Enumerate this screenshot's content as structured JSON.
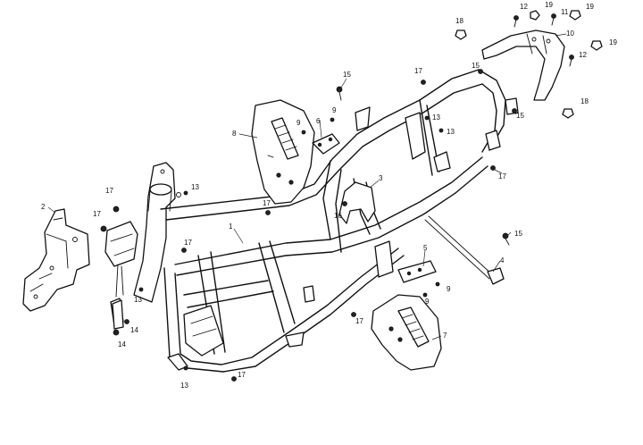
{
  "callouts": [
    {
      "id": "c1",
      "text": "1"
    },
    {
      "id": "c2",
      "text": "2"
    },
    {
      "id": "c3",
      "text": "3"
    },
    {
      "id": "c4",
      "text": "4"
    },
    {
      "id": "c5",
      "text": "5"
    },
    {
      "id": "c6",
      "text": "6"
    },
    {
      "id": "c7",
      "text": "7"
    },
    {
      "id": "c8",
      "text": "8"
    },
    {
      "id": "c9a",
      "text": "9"
    },
    {
      "id": "c9b",
      "text": "9"
    },
    {
      "id": "c9c",
      "text": "9"
    },
    {
      "id": "c9d",
      "text": "9"
    },
    {
      "id": "c10",
      "text": "10"
    },
    {
      "id": "c11",
      "text": "11"
    },
    {
      "id": "c12a",
      "text": "12"
    },
    {
      "id": "c12b",
      "text": "12"
    },
    {
      "id": "c13a",
      "text": "13"
    },
    {
      "id": "c13b",
      "text": "13"
    },
    {
      "id": "c13c",
      "text": "13"
    },
    {
      "id": "c13d",
      "text": "13"
    },
    {
      "id": "c13e",
      "text": "13"
    },
    {
      "id": "c14a",
      "text": "14"
    },
    {
      "id": "c14b",
      "text": "14"
    },
    {
      "id": "c15a",
      "text": "15"
    },
    {
      "id": "c15b",
      "text": "15"
    },
    {
      "id": "c15c",
      "text": "15"
    },
    {
      "id": "c15d",
      "text": "15"
    },
    {
      "id": "c16",
      "text": "16"
    },
    {
      "id": "c17a",
      "text": "17"
    },
    {
      "id": "c17b",
      "text": "17"
    },
    {
      "id": "c17c",
      "text": "17"
    },
    {
      "id": "c17d",
      "text": "17"
    },
    {
      "id": "c17e",
      "text": "17"
    },
    {
      "id": "c17f",
      "text": "17"
    },
    {
      "id": "c17g",
      "text": "17"
    },
    {
      "id": "c17h",
      "text": "17"
    },
    {
      "id": "c18a",
      "text": "18"
    },
    {
      "id": "c18b",
      "text": "18"
    },
    {
      "id": "c19a",
      "text": "19"
    },
    {
      "id": "c19b",
      "text": "19"
    },
    {
      "id": "c19c",
      "text": "19"
    }
  ]
}
